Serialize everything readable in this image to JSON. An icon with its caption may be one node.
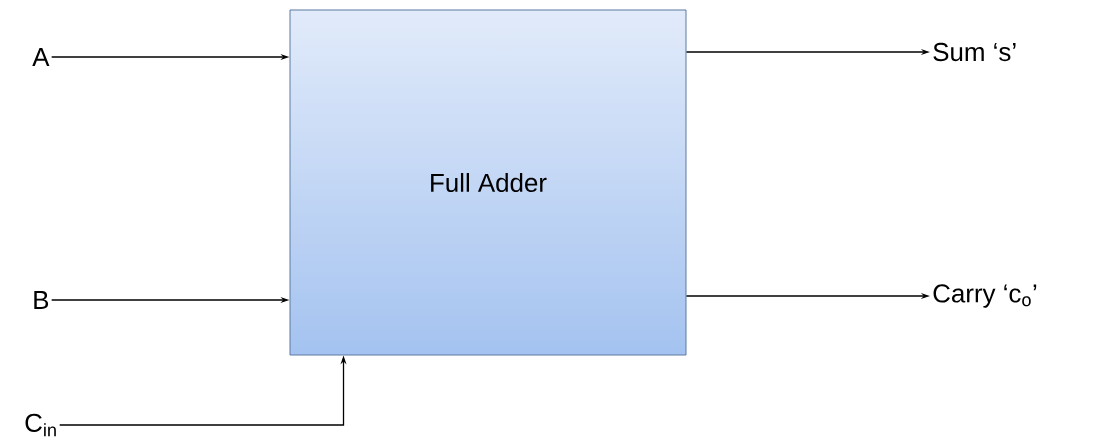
{
  "diagram": {
    "nodes": [
      {
        "text": [
          "Full Adder"
        ]
      },
      {
        "text": [
          "A"
        ]
      },
      {
        "text": [
          "B"
        ]
      },
      {
        "text": [
          "C$_{in}$"
        ]
      },
      {
        "text": [
          "Sum ‘s’"
        ]
      },
      {
        "text": [
          "Carry ‘c$_{o}$’"
        ]
      }
    ],
    "edges": [
      {
        "from": 1,
        "to": 0,
        "arrow": "to"
      },
      {
        "from": 2,
        "to": 0,
        "arrow": "to"
      },
      {
        "from": 3,
        "to": 0,
        "arrow": "to"
      },
      {
        "from": 0,
        "to": 4,
        "arrow": "to"
      },
      {
        "from": 0,
        "to": 5,
        "arrow": "to"
      }
    ]
  }
}
